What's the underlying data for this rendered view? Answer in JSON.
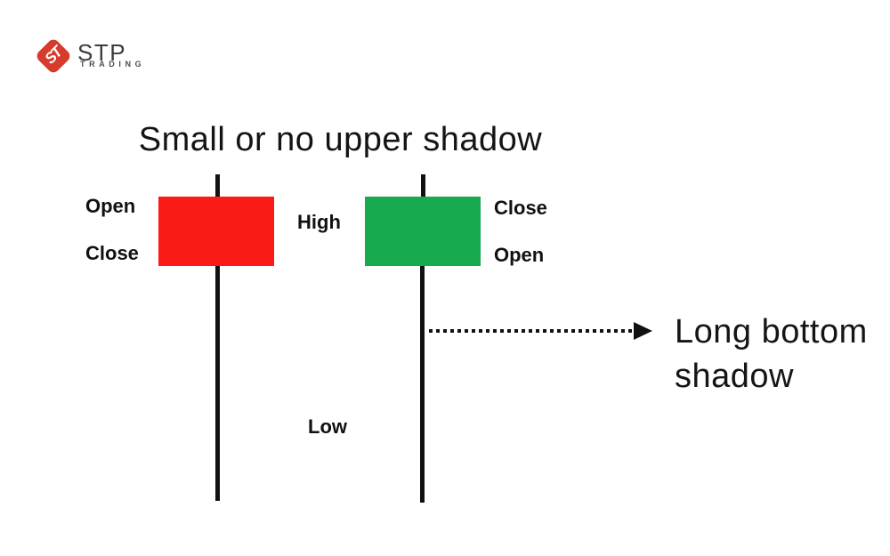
{
  "logo": {
    "monogram": "ST",
    "name": "STP",
    "subtitle": "TRADING",
    "icon_color": "#d63b2c"
  },
  "title": "Small or no upper shadow",
  "candles": {
    "bearish": {
      "kind": "red-candle",
      "color": "#fb1b16",
      "open_label": "Open",
      "close_label": "Close"
    },
    "bullish": {
      "kind": "green-candle",
      "color": "#17a94e",
      "close_label": "Close",
      "open_label": "Open"
    }
  },
  "price_labels": {
    "high": "High",
    "low": "Low"
  },
  "annotation": {
    "line1": "Long bottom",
    "line2": "shadow"
  },
  "colors": {
    "wick": "#111111",
    "text": "#111111",
    "background": "#ffffff"
  }
}
